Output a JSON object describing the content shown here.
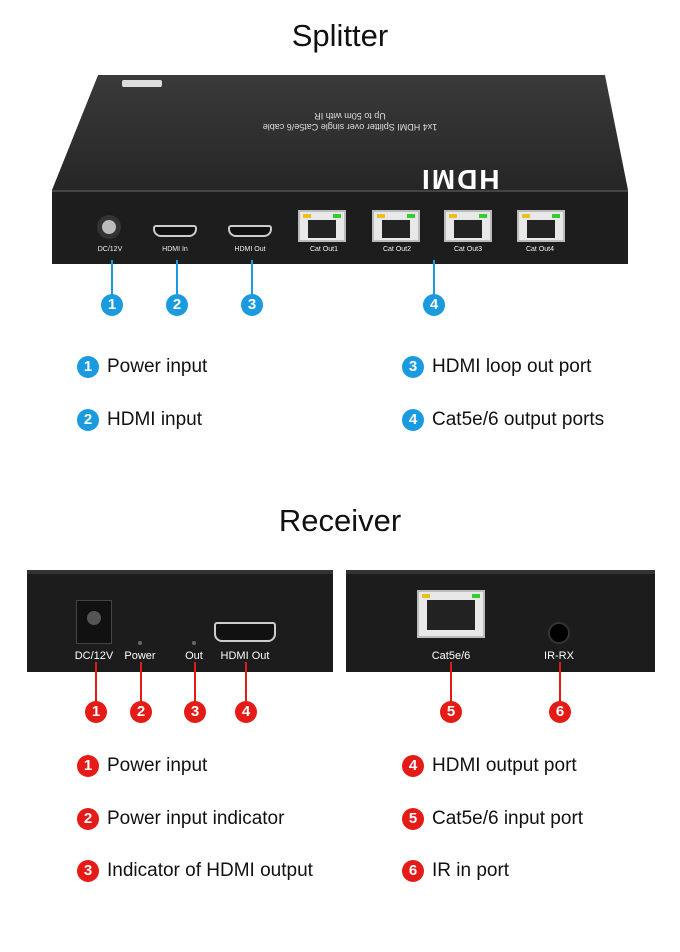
{
  "splitter": {
    "title": "Splitter",
    "device": {
      "top_text_1": "1x4 HDMI Splitter over single Cat5e/6 cable",
      "top_text_2": "Up to 50m with IR",
      "logo": "HDMI",
      "ports": [
        "DC/12V",
        "HDMI In",
        "HDMI Out",
        "Cat Out1",
        "Cat Out2",
        "Cat Out3",
        "Cat Out4"
      ]
    },
    "marker_color": "#1a9be0",
    "markers": [
      "1",
      "2",
      "3",
      "4"
    ],
    "legend": [
      {
        "n": "1",
        "label": "Power input"
      },
      {
        "n": "2",
        "label": "HDMI input"
      },
      {
        "n": "3",
        "label": "HDMI loop out port"
      },
      {
        "n": "4",
        "label": "Cat5e/6 output ports"
      }
    ]
  },
  "receiver": {
    "title": "Receiver",
    "ports": [
      "DC/12V",
      "Power",
      "Out",
      "HDMI Out",
      "Cat5e/6",
      "IR-RX"
    ],
    "marker_color": "#e41b17",
    "markers": [
      "1",
      "2",
      "3",
      "4",
      "5",
      "6"
    ],
    "legend": [
      {
        "n": "1",
        "label": "Power input"
      },
      {
        "n": "2",
        "label": "Power input indicator"
      },
      {
        "n": "3",
        "label": "Indicator of HDMI output"
      },
      {
        "n": "4",
        "label": "HDMI output port"
      },
      {
        "n": "5",
        "label": "Cat5e/6 input port"
      },
      {
        "n": "6",
        "label": "IR in port"
      }
    ]
  }
}
